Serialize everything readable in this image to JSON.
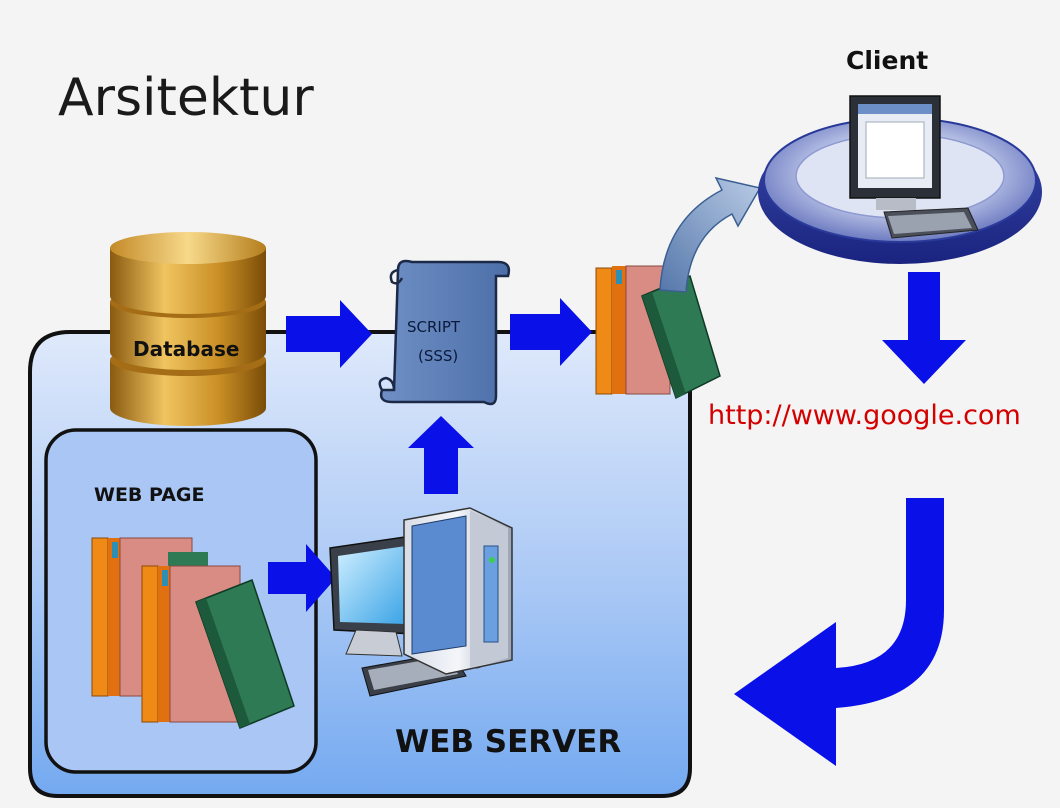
{
  "title": "Arsitektur",
  "client_label": "Client",
  "database_label": "Database",
  "script_label_line1": "SCRIPT",
  "script_label_line2": "(SSS)",
  "url": "http://www.google.com",
  "web_page_label": "WEB PAGE",
  "web_server_label": "WEB SERVER",
  "colors": {
    "server_fill_top": "#d9e6fb",
    "server_fill_bottom": "#7fb0f2",
    "arrow_blue": "#0a10e8",
    "url_red": "#d40000",
    "script_scroll": "#5d7fb6",
    "db_gold": "#c9952e"
  },
  "icons": [
    "database-icon",
    "script-scroll-icon",
    "books-icon",
    "monitor-icon",
    "server-tower-icon",
    "client-computer-icon",
    "arrow-icon",
    "curved-arrow-icon"
  ]
}
